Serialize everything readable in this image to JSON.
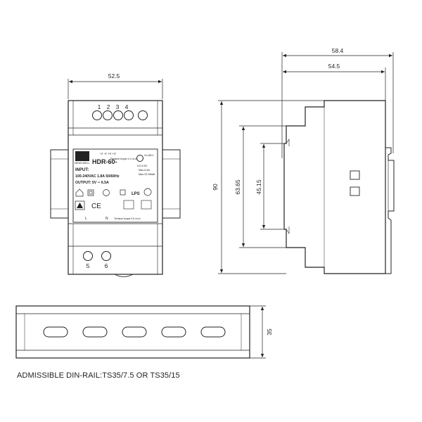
{
  "front_view": {
    "width_dim": "52.5",
    "terminals_top": [
      "1",
      "2",
      "3",
      "4"
    ],
    "terminals_bottom": [
      "5",
      "6"
    ],
    "label": {
      "brand": "MEAN WELL",
      "model": "HDR-60-",
      "adj_line": "-V  -V  +V  +V",
      "vo_adj": "Vo ADJ.",
      "torque_top": "Terminal torque 4.4 Lb-in",
      "input_title": "INPUT:",
      "input_spec": "100-240VAC 1.8A 50/60Hz",
      "output_spec": "OUTPUT: 5V ═ 6.5A",
      "range_1": "5.0-5.5V",
      "range_2": "Max.6.5A",
      "range_3": "Max.32.5Watt",
      "lps": "LPS",
      "ce": "CE",
      "torque_bottom": "Terminal torque 3.5 Lb-in",
      "ln_l": "L",
      "ln_n": "N"
    }
  },
  "side_view": {
    "dim_58_4": "58.4",
    "dim_54_5": "54.5",
    "dim_90": "90",
    "dim_63_65": "63.65",
    "dim_45_15": "45.15"
  },
  "rail_view": {
    "dim_35": "35"
  },
  "caption": "ADMISSIBLE DIN-RAIL:TS35/7.5 OR TS35/15"
}
